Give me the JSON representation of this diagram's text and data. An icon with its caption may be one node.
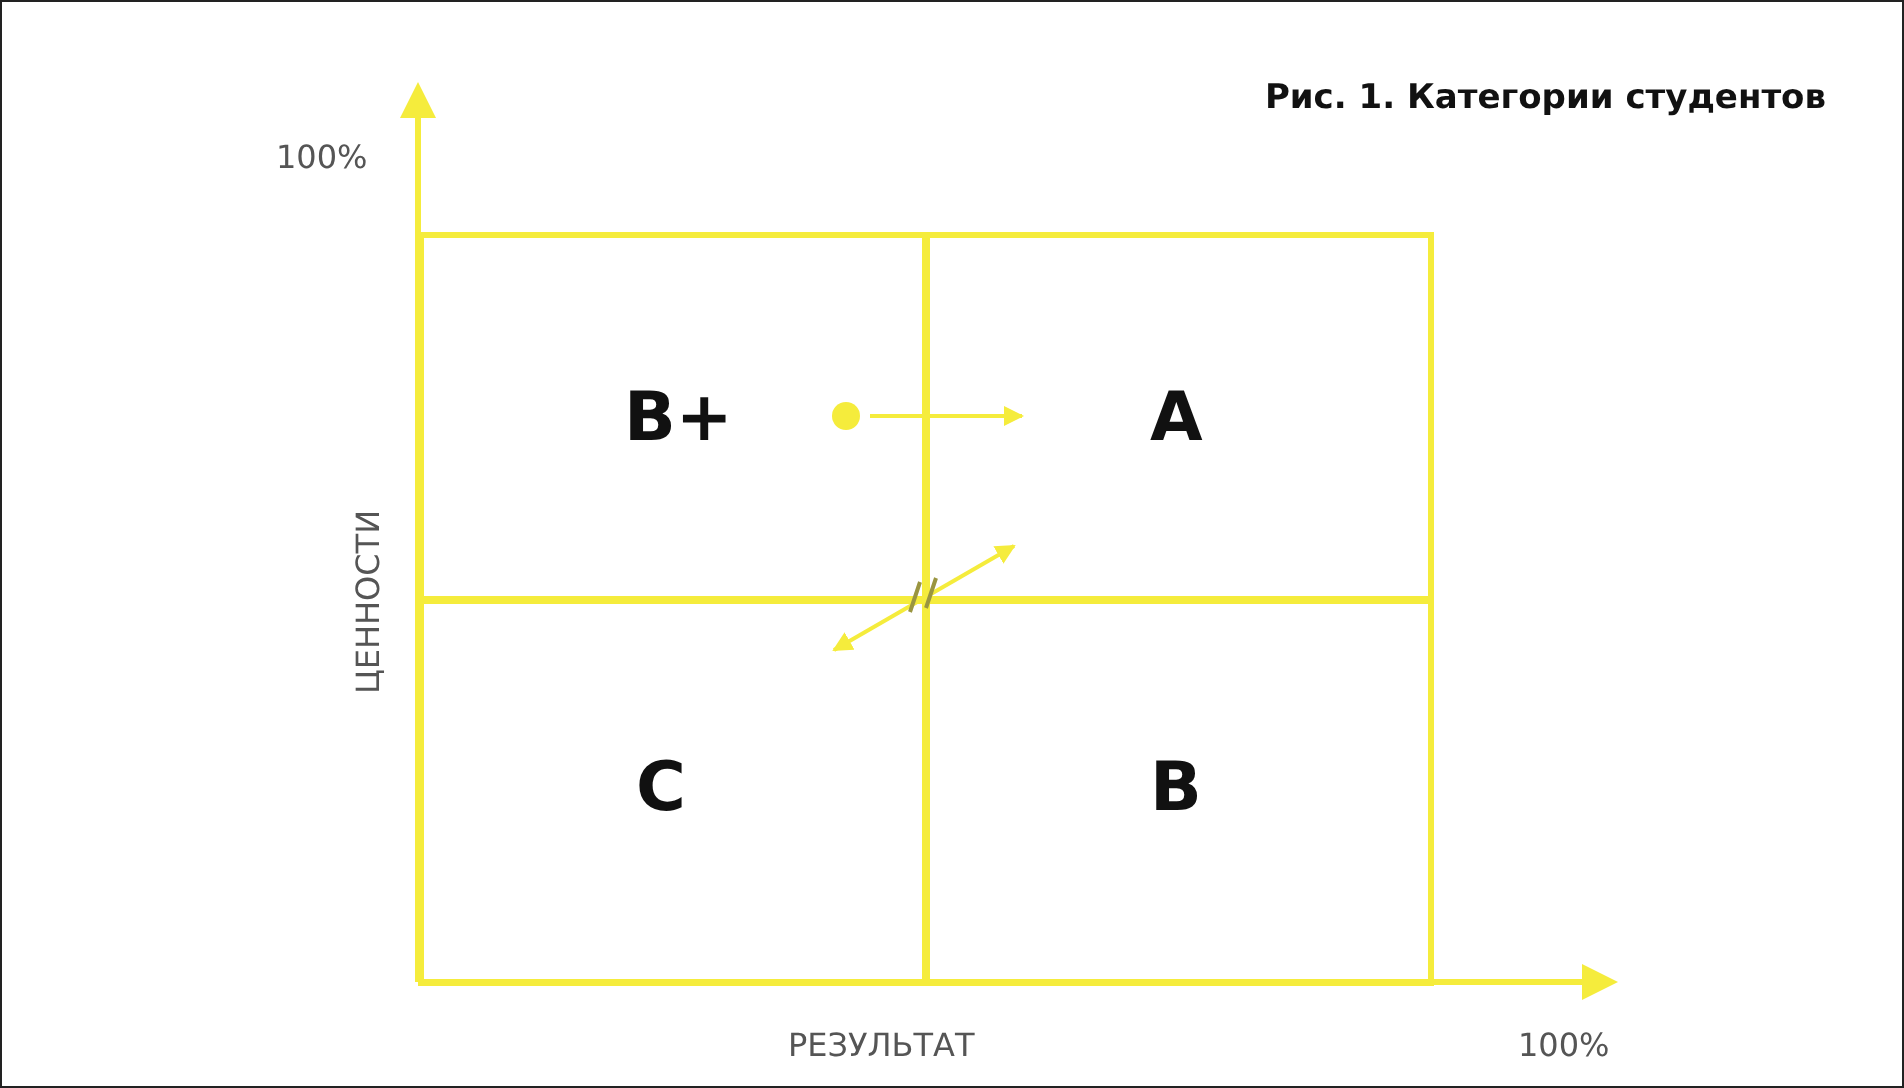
{
  "diagram": {
    "title": "Рис. 1. Категории студентов",
    "nodes": [
      {
        "text": [
          "B+"
        ]
      },
      {
        "text": [
          "A"
        ]
      },
      {
        "text": [
          "C"
        ]
      },
      {
        "text": [
          "B"
        ]
      },
      {
        "text": [],
        "shape": "circle",
        "in": 0
      }
    ],
    "edges": [
      {
        "from": 4,
        "to": 1,
        "arrow": "to"
      },
      {
        "from": 2,
        "to": 1,
        "arrow": "both"
      }
    ],
    "labels": [
      "100%",
      "ЦЕННОСТИ",
      "РЕЗУЛЬТАТ",
      "100%"
    ]
  }
}
